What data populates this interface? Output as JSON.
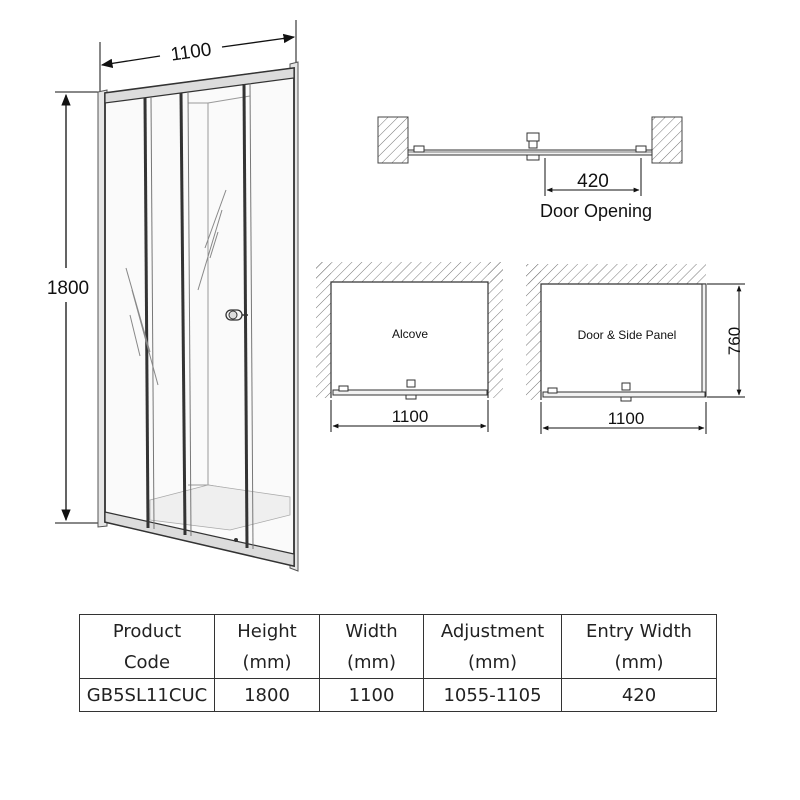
{
  "diagram": {
    "front_view": {
      "width_label": "1100",
      "height_label": "1800"
    },
    "door_opening": {
      "value": "420",
      "caption": "Door Opening"
    },
    "alcove": {
      "label": "Alcove",
      "width": "1100"
    },
    "side_panel": {
      "label": "Door & Side Panel",
      "width": "1100",
      "depth": "760"
    }
  },
  "table": {
    "headers": [
      "Product Code",
      "Height (mm)",
      "Width (mm)",
      "Adjustment (mm)",
      "Entry Width (mm)"
    ],
    "header_lines": [
      [
        "Product",
        "Code"
      ],
      [
        "Height",
        "(mm)"
      ],
      [
        "Width",
        "(mm)"
      ],
      [
        "Adjustment",
        "(mm)"
      ],
      [
        "Entry Width",
        "(mm)"
      ]
    ],
    "rows": [
      [
        "GB5SL11CUC",
        "1800",
        "1100",
        "1055-1105",
        "420"
      ]
    ]
  }
}
